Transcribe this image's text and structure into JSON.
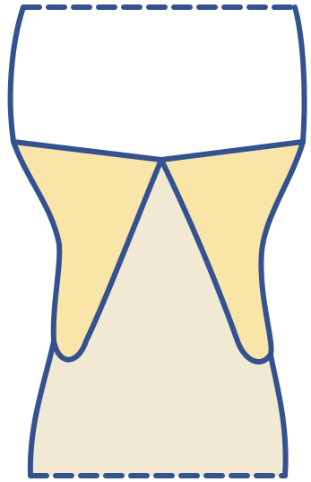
{
  "figure": {
    "regions": [
      {
        "name": "upper-region",
        "fill": "#ffffff"
      },
      {
        "name": "left-wedge",
        "fill": "#fae5a9"
      },
      {
        "name": "right-wedge",
        "fill": "#fae5a9"
      },
      {
        "name": "lower-body",
        "fill": "#f1e9d3"
      }
    ],
    "outline_color": "#33528f",
    "edges": {
      "top": "dashed",
      "bottom": "dashed"
    }
  }
}
